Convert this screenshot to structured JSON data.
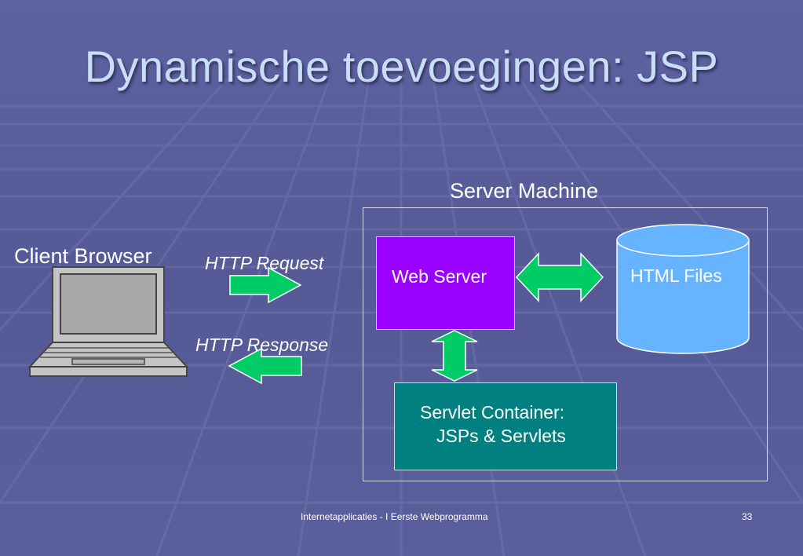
{
  "slide": {
    "title": "Dynamische toevoegingen: JSP",
    "footer": "Internetapplicaties - I Eerste Webprogramma",
    "page_number": "33"
  },
  "diagram": {
    "client_label": "Client Browser",
    "request_label": "HTTP Request",
    "response_label": "HTTP Response",
    "server_machine_label": "Server Machine",
    "web_server_label": "Web Server",
    "html_files_label": "HTML Files",
    "servlet_container_line1": "Servlet Container:",
    "servlet_container_line2": "JSPs & Servlets"
  },
  "colors": {
    "background": "#5a5e98",
    "title": "#c8ddf6",
    "web_server": "#9900ff",
    "servlet_container": "#008080",
    "html_files": "#66b3ff",
    "arrow": "#00cc66",
    "laptop": "#c0c0c0"
  },
  "icons": {
    "client": "laptop-icon",
    "storage": "database-cylinder-icon"
  }
}
